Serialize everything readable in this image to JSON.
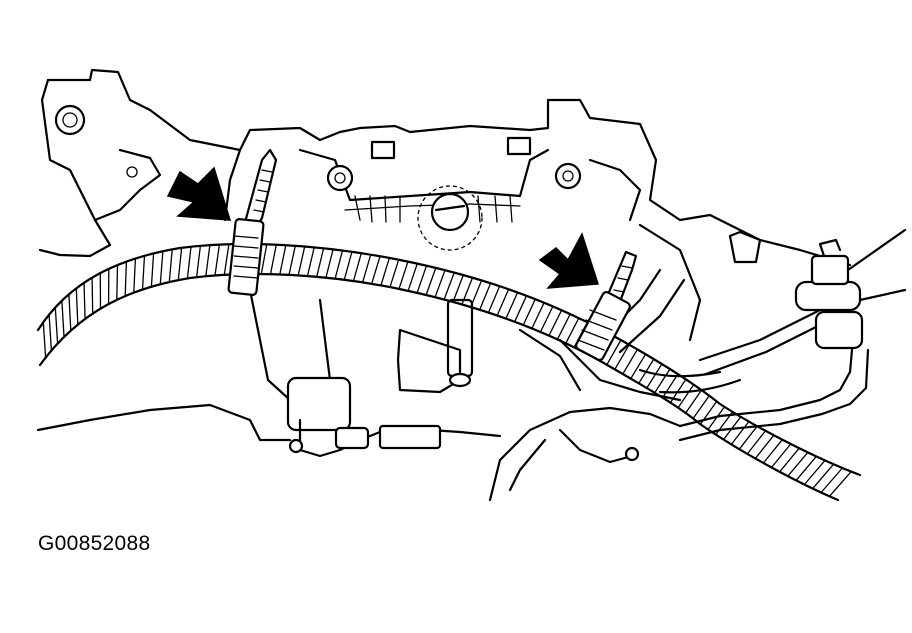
{
  "figure": {
    "caption": "G00852088",
    "callouts": [
      {
        "name": "left-clamp-arrow",
        "target": "left-harness-clamp"
      },
      {
        "name": "right-clamp-arrow",
        "target": "right-harness-clamp"
      }
    ],
    "colors": {
      "line": "#000000",
      "background": "#ffffff"
    }
  }
}
